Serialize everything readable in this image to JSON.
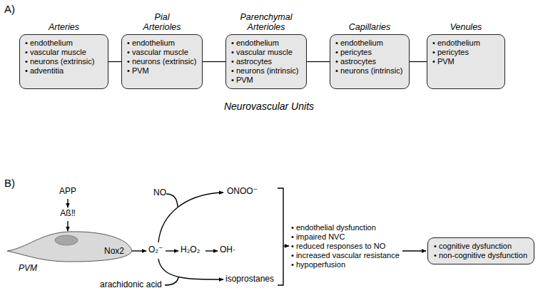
{
  "diagram": {
    "nodes": [
      {
        "text": [
          "Arteries",
          "• endothelium",
          "• vascular muscle",
          "• neurons (extrinsic)",
          "• adventitia"
        ]
      },
      {
        "text": [
          "Pial Arterioles",
          "• endothelium",
          "• vascular muscle",
          "• neurons (extrinsic)",
          "• PVM"
        ]
      },
      {
        "text": [
          "Parenchymal Arterioles",
          "• endothelium",
          "• vascular muscle",
          "• astrocytes",
          "• neurons (intrinsic)",
          "• PVM"
        ]
      },
      {
        "text": [
          "Capillaries",
          "• endothelium",
          "• pericytes",
          "• astrocytes",
          "• neurons (intrinsic)"
        ]
      },
      {
        "text": [
          "Venules",
          "• endothelium",
          "• pericytes",
          "• PVM"
        ]
      },
      {
        "text": [
          "Nox2",
          "PVM"
        ]
      },
      {
        "text": [
          "• cognitive dysfunction",
          "• non-cognitive dysfunction"
        ]
      }
    ],
    "edges": [
      {
        "from": 0,
        "to": 1,
        "arrow": "none"
      },
      {
        "from": 1,
        "to": 2,
        "arrow": "none"
      },
      {
        "from": 2,
        "to": 3,
        "arrow": "none"
      },
      {
        "from": 3,
        "to": 4,
        "arrow": "none"
      }
    ],
    "labels": [
      "A)",
      "Neurovascular Units",
      "B)",
      "APP",
      "Aß‼",
      "NO",
      "ONOO⁻",
      "O₂⁻",
      "H₂O₂",
      "OH·",
      "isoprostanes",
      "arachidonic acid",
      "• endothelial dysfunction",
      "• impaired NVC",
      "• reduced responses to NO",
      "• increased vascular resistance",
      "• hypoperfusion"
    ]
  }
}
